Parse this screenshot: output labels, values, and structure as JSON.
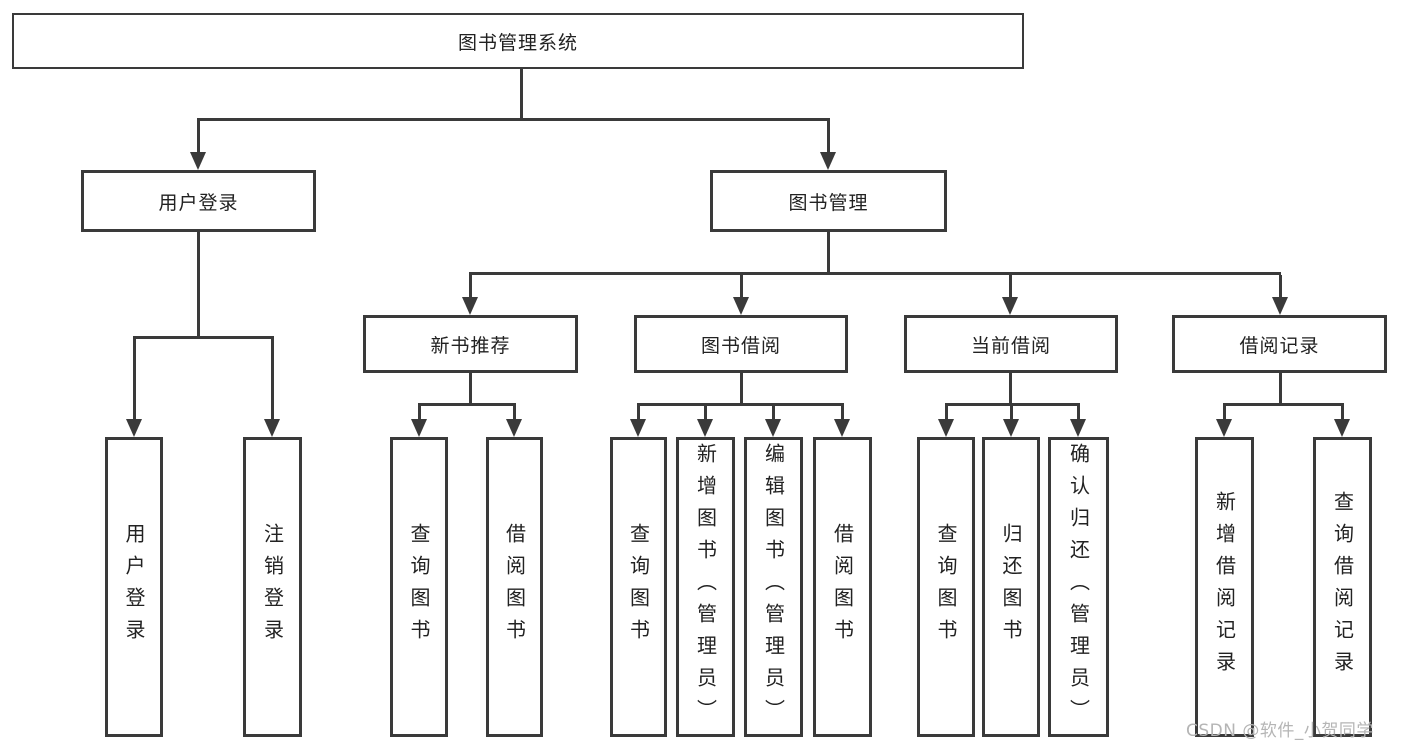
{
  "nodes": {
    "root": "图书管理系统",
    "level2": [
      "用户登录",
      "图书管理"
    ],
    "level3": [
      "新书推荐",
      "图书借阅",
      "当前借阅",
      "借阅记录"
    ],
    "leaves_login": [
      "用户登录",
      "注销登录"
    ],
    "leaves_newbook": [
      "查询图书",
      "借阅图书"
    ],
    "leaves_borrow": [
      "查询图书",
      "新增图书（管理员）",
      "编辑图书（管理员）",
      "借阅图书"
    ],
    "leaves_current": [
      "查询图书",
      "归还图书",
      "确认归还（管理员）"
    ],
    "leaves_record": [
      "新增借阅记录",
      "查询借阅记录"
    ]
  },
  "watermark": {
    "text": "CSDN @软件_小贺同学"
  },
  "colors": {
    "line": "#3a3a3a",
    "text": "#222222",
    "watermark": "#b5b5b5",
    "background": "#ffffff"
  }
}
